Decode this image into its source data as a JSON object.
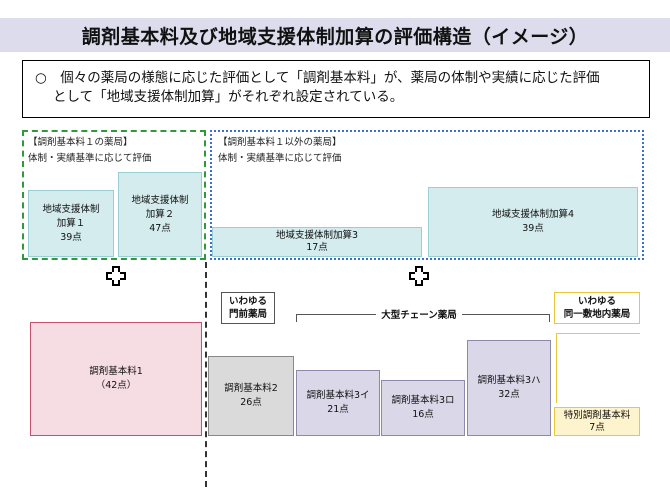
{
  "title": "調剤基本料及び地域支援体制加算の評価構造（イメージ）",
  "summary": {
    "line1": "○　個々の薬局の様態に応じた評価として「調剤基本料」が、薬局の体制や実績に応じた評価",
    "line2": "として「地域支援体制加算」がそれぞれ設定されている。"
  },
  "group_left": {
    "heading": "【調剤基本料１の薬局】",
    "sub": "体制・実績基準に応じて評価",
    "boxes": [
      {
        "name": "地域支援体制",
        "name2": "加算１",
        "points": "39点"
      },
      {
        "name": "地域支援体制",
        "name2": "加算２",
        "points": "47点"
      }
    ]
  },
  "group_right": {
    "heading": "【調剤基本料１以外の薬局】",
    "sub": "体制・実績基準に応じて評価",
    "boxes": [
      {
        "name": "地域支援体制加算3",
        "points": "17点"
      },
      {
        "name": "地域支援体制加算4",
        "points": "39点"
      }
    ]
  },
  "plus_symbol": "✚",
  "tags": {
    "monzen": {
      "line1": "いわゆる",
      "line2": "門前薬局"
    },
    "chain": "大型チェーン薬局",
    "shikichinai": {
      "line1": "いわゆる",
      "line2": "同一敷地内薬局"
    }
  },
  "base_fees": [
    {
      "name": "調剤基本料1",
      "points": "（42点）"
    },
    {
      "name": "調剤基本料2",
      "points": "26点"
    },
    {
      "name": "調剤基本料3イ",
      "points": "21点"
    },
    {
      "name": "調剤基本料3ロ",
      "points": "16点"
    },
    {
      "name": "調剤基本料3ハ",
      "points": "32点"
    },
    {
      "name": "特別調剤基本料",
      "points": "7点"
    }
  ],
  "colors": {
    "title_bg": "#dcdcec",
    "green_border": "#2e9a3a",
    "blue_border": "#3a6fd8",
    "teal_fill": "#d4ecee",
    "pink_fill": "#f6dde4",
    "gray_fill": "#dadada",
    "lavender_fill": "#d9d7e8",
    "yellow_fill": "#fdf3cc"
  }
}
